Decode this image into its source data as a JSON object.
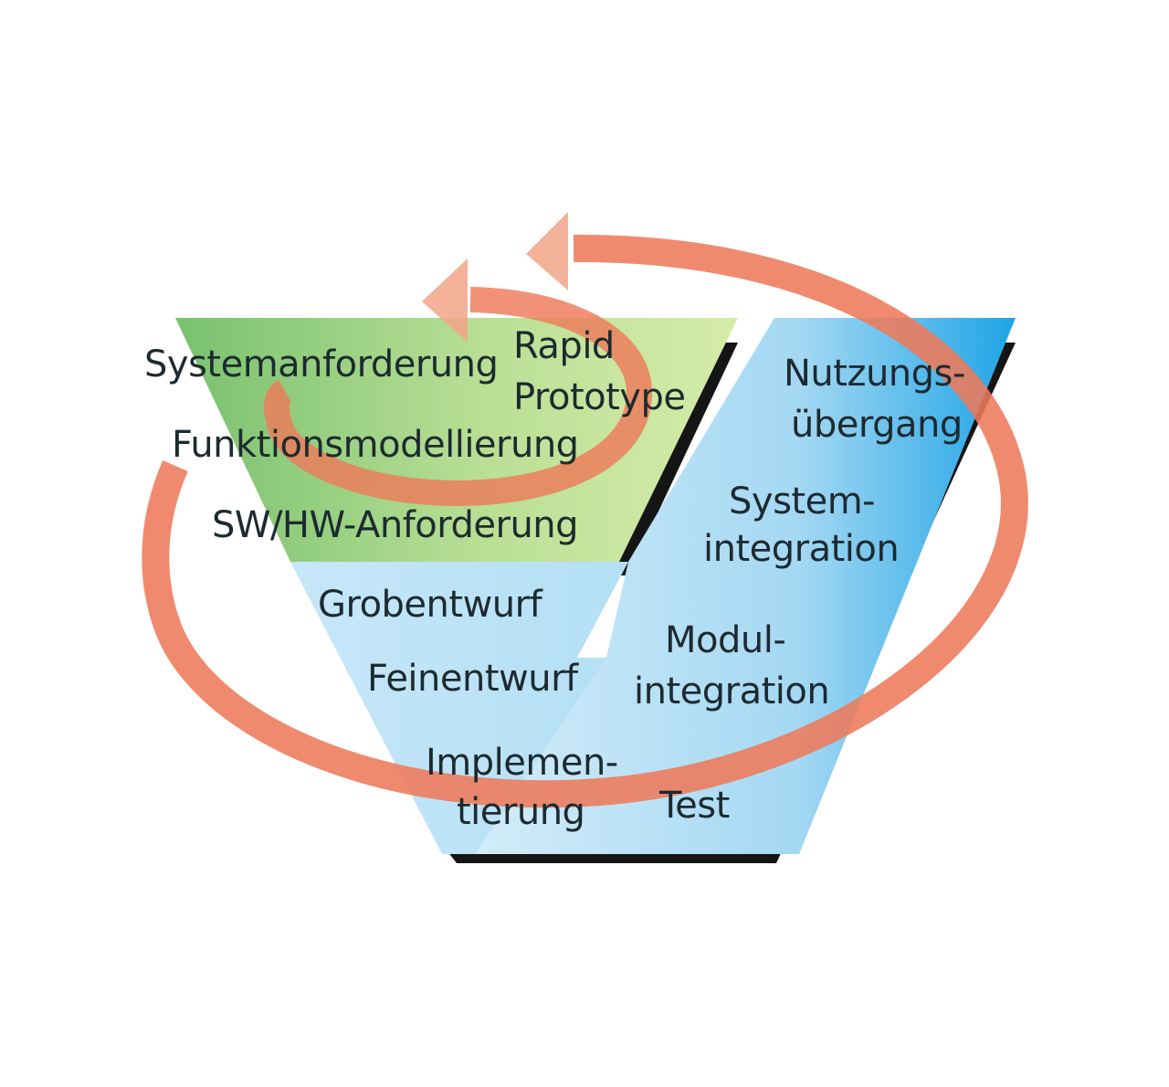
{
  "diagram": {
    "left_phases": {
      "systemanforderung": "Systemanforderung",
      "funktionsmodellierung": "Funktionsmodellierung",
      "sw_hw_anforderung": "SW/HW-Anforderung",
      "grobentwurf": "Grobentwurf",
      "feinentwurf": "Feinentwurf",
      "implementierung_line1": "Implemen-",
      "implementierung_line2": "tierung"
    },
    "rapid_prototype": {
      "line1": "Rapid",
      "line2": "Prototype"
    },
    "right_phases": {
      "test": "Test",
      "modulintegration_line1": "Modul-",
      "modulintegration_line2": "integration",
      "systemintegration_line1": "System-",
      "systemintegration_line2": "integration",
      "nutzungsuebergang_line1": "Nutzungs-",
      "nutzungsuebergang_line2": "übergang"
    },
    "colors": {
      "green_light": "#d2eaa8",
      "green_dark": "#79c16f",
      "blue_light": "#cfeaf8",
      "blue_mid": "#a6d9f3",
      "blue_dark": "#1fa6e6",
      "shadow": "#151515",
      "arrow": "#ee7a5a"
    }
  }
}
